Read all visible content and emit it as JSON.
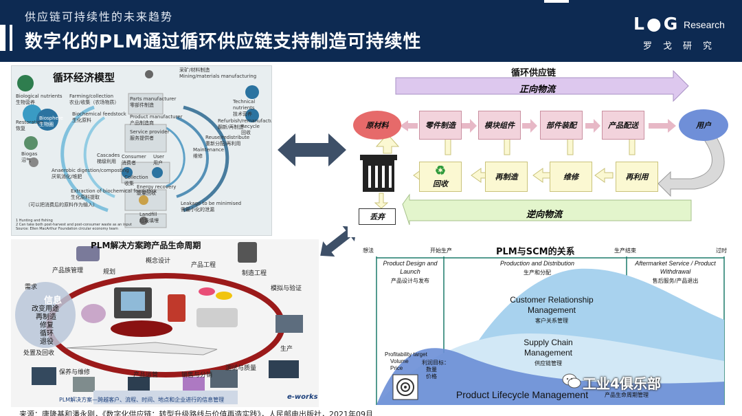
{
  "header": {
    "kicker": "供应链可持续性的未来趋势",
    "title": "数字化的PLM通过循环供应链支持制造可持续性",
    "logo_mark": "L●G",
    "logo_sub": "Research",
    "logo_cn": "罗戈研究"
  },
  "circular_panel": {
    "title": "循环经济模型",
    "labels": {
      "mining": "采矿/材料制造",
      "mining_en": "Mining/materials manufacturing",
      "farming": "农业/收集（农场物质）",
      "farming_en": "Farming/collection",
      "biochem": "生化原料",
      "biochem_en": "Biochemical feedstock",
      "parts": "零部件制造",
      "parts_en": "Parts manufacturer",
      "product": "产品制造商",
      "product_en": "Product manufacturer",
      "service": "服务提供者",
      "service_en": "Service provider",
      "bio_nutrients": "生物营养",
      "bio_nutrients_en": "Biological nutrients",
      "tech_nutrients": "技术营养",
      "tech_nutrients_en": "Technical nutrients",
      "restoration": "恢复",
      "restoration_en": "Restoration",
      "biosphere": "生物圈",
      "biosphere_en": "Biosphere",
      "biogas": "沼气",
      "biogas_en": "Biogas",
      "anaerobic": "厌氧消化/堆肥",
      "anaerobic_en": "Anaerobic digestion/composting",
      "extraction": "生化原料提取",
      "extraction_en": "Extraction of biochemical feedstock",
      "cascades": "梯级利用",
      "cascades_en": "Cascades",
      "collection": "收集",
      "collection_en": "Collection",
      "consumer": "消费者",
      "consumer_en": "Consumer",
      "user": "用户",
      "user_en": "User",
      "maintenance": "维修",
      "maintenance_en": "Maintenance",
      "reuse": "重新分配/再利用",
      "reuse_en": "Reuse/redistribute",
      "refurbish": "翻新/再制造",
      "refurbish_en": "Refurbish/remanufacture",
      "recycle": "回收",
      "recycle_en": "Recycle",
      "energy": "能量回收",
      "energy_en": "Energy recovery",
      "landfill": "垃圾填埋",
      "landfill_en": "Landfill",
      "leakage": "需最小化的泄漏",
      "leakage_en": "Leakage to be minimised",
      "note_cn": "（可以把消费后的原料作为输入）",
      "footer1": "1 Hunting and fishing",
      "footer2": "2 Can take both post-harvest and post-consumer waste as an input",
      "footer3": "Source: Ellen MacArthur Foundation circular economy team"
    }
  },
  "plm_panel": {
    "title": "PLM解决方案跨产品生命周期",
    "labels": {
      "concept": "概念设计",
      "product_eng": "产品工程",
      "mfg_eng": "制造工程",
      "portfolio": "产品族管理",
      "planning": "规划",
      "sim": "模拟与验证",
      "demand": "需求",
      "production": "生产",
      "test": "测试与质量",
      "sales": "销售与分销",
      "ops": "产品运营",
      "service": "保养与维修",
      "info": "信息",
      "repurpose": "改变用途",
      "remanufacture": "再制造",
      "repair": "修复",
      "recycle": "循环",
      "retire": "退役",
      "disposal": "处置及回收"
    },
    "caption": "PLM解决方案—跨越客户、流程、时间、地点和企业进行的信息管理",
    "brand": "e-works"
  },
  "supply_panel": {
    "title": "循环供应链",
    "forward": "正向物流",
    "reverse": "逆向物流",
    "raw": "原材料",
    "parts": "零件制造",
    "module": "模块组件",
    "assembly": "部件装配",
    "distribution": "产品配送",
    "user": "用户",
    "recycle": "回收",
    "remanufacture": "再制造",
    "repair": "维修",
    "reuse": "再利用",
    "discard": "丢弃"
  },
  "scm_panel": {
    "title": "PLM与SCM的关系",
    "milestones": [
      "想法",
      "开始生产",
      "生产结束",
      "过时"
    ],
    "phase1_en": "Product Design and Launch",
    "phase1_cn": "产品设计与发布",
    "phase2_en": "Production and Distribution",
    "phase2_cn": "生产和分配",
    "phase3_en": "Aftermarket Service / Product Withdrawal",
    "phase3_cn": "售后服务/产品退出",
    "crm_en": "Customer Relationship Management",
    "crm_cn": "客户关系管理",
    "sc_en": "Supply Chain Management",
    "sc_cn": "供应链管理",
    "plm_en": "Product Lifecycle Management",
    "plm_cn": "产品生命周期管理",
    "profit_en": "Profitability target",
    "profit_items_en": [
      "Volume",
      "Price"
    ],
    "profit_cn": "利润目标：",
    "profit_items_cn": [
      "数量",
      "价格"
    ]
  },
  "source": "来源：唐隆基和潘永刚，《数字化供应链：转型升级路线与价值再造实践》，人民邮电出版社，2021年09月",
  "watermark": "工业4俱乐部",
  "colors": {
    "header_bg": "#0d2a52",
    "arrow_dark": "#3e5068",
    "forward_arrow": "#ddc8ee",
    "reverse_arrow": "#e3f5cc",
    "flow_box": "#f2d3dc",
    "oval_blue": "#6f8fd8",
    "crm_wave": "#a8d2ee",
    "plm_wave": "#6a8ed6"
  }
}
